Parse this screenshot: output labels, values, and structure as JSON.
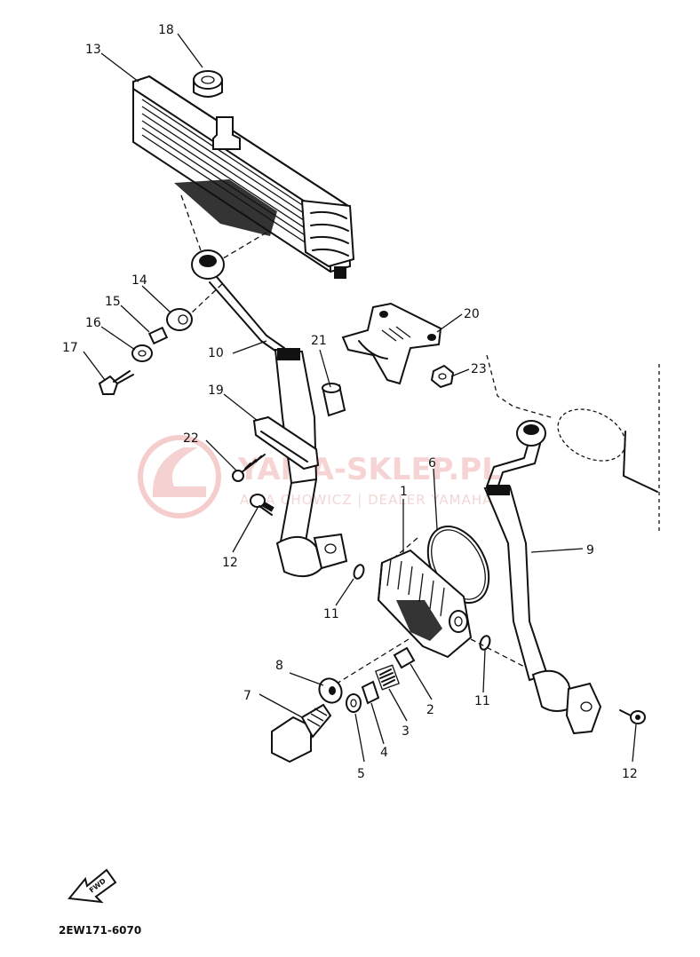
{
  "watermark": {
    "title": "YAMA-SKLEP.PL",
    "subtitle": "ANIA CHOWICZ | DEALER YAMAHA",
    "color": "#e8a0a0"
  },
  "front_indicator": {
    "label": "FWD"
  },
  "diagram_code": "2EW171-6070",
  "callouts": {
    "c1": "1",
    "c2": "2",
    "c3": "3",
    "c4": "4",
    "c5": "5",
    "c6": "6",
    "c7": "7",
    "c8": "8",
    "c9": "9",
    "c10": "10",
    "c11a": "11",
    "c11b": "11",
    "c12a": "12",
    "c12b": "12",
    "c13": "13",
    "c14": "14",
    "c15": "15",
    "c16": "16",
    "c17": "17",
    "c18": "18",
    "c19": "19",
    "c20": "20",
    "c21": "21",
    "c22": "22",
    "c23": "23"
  }
}
